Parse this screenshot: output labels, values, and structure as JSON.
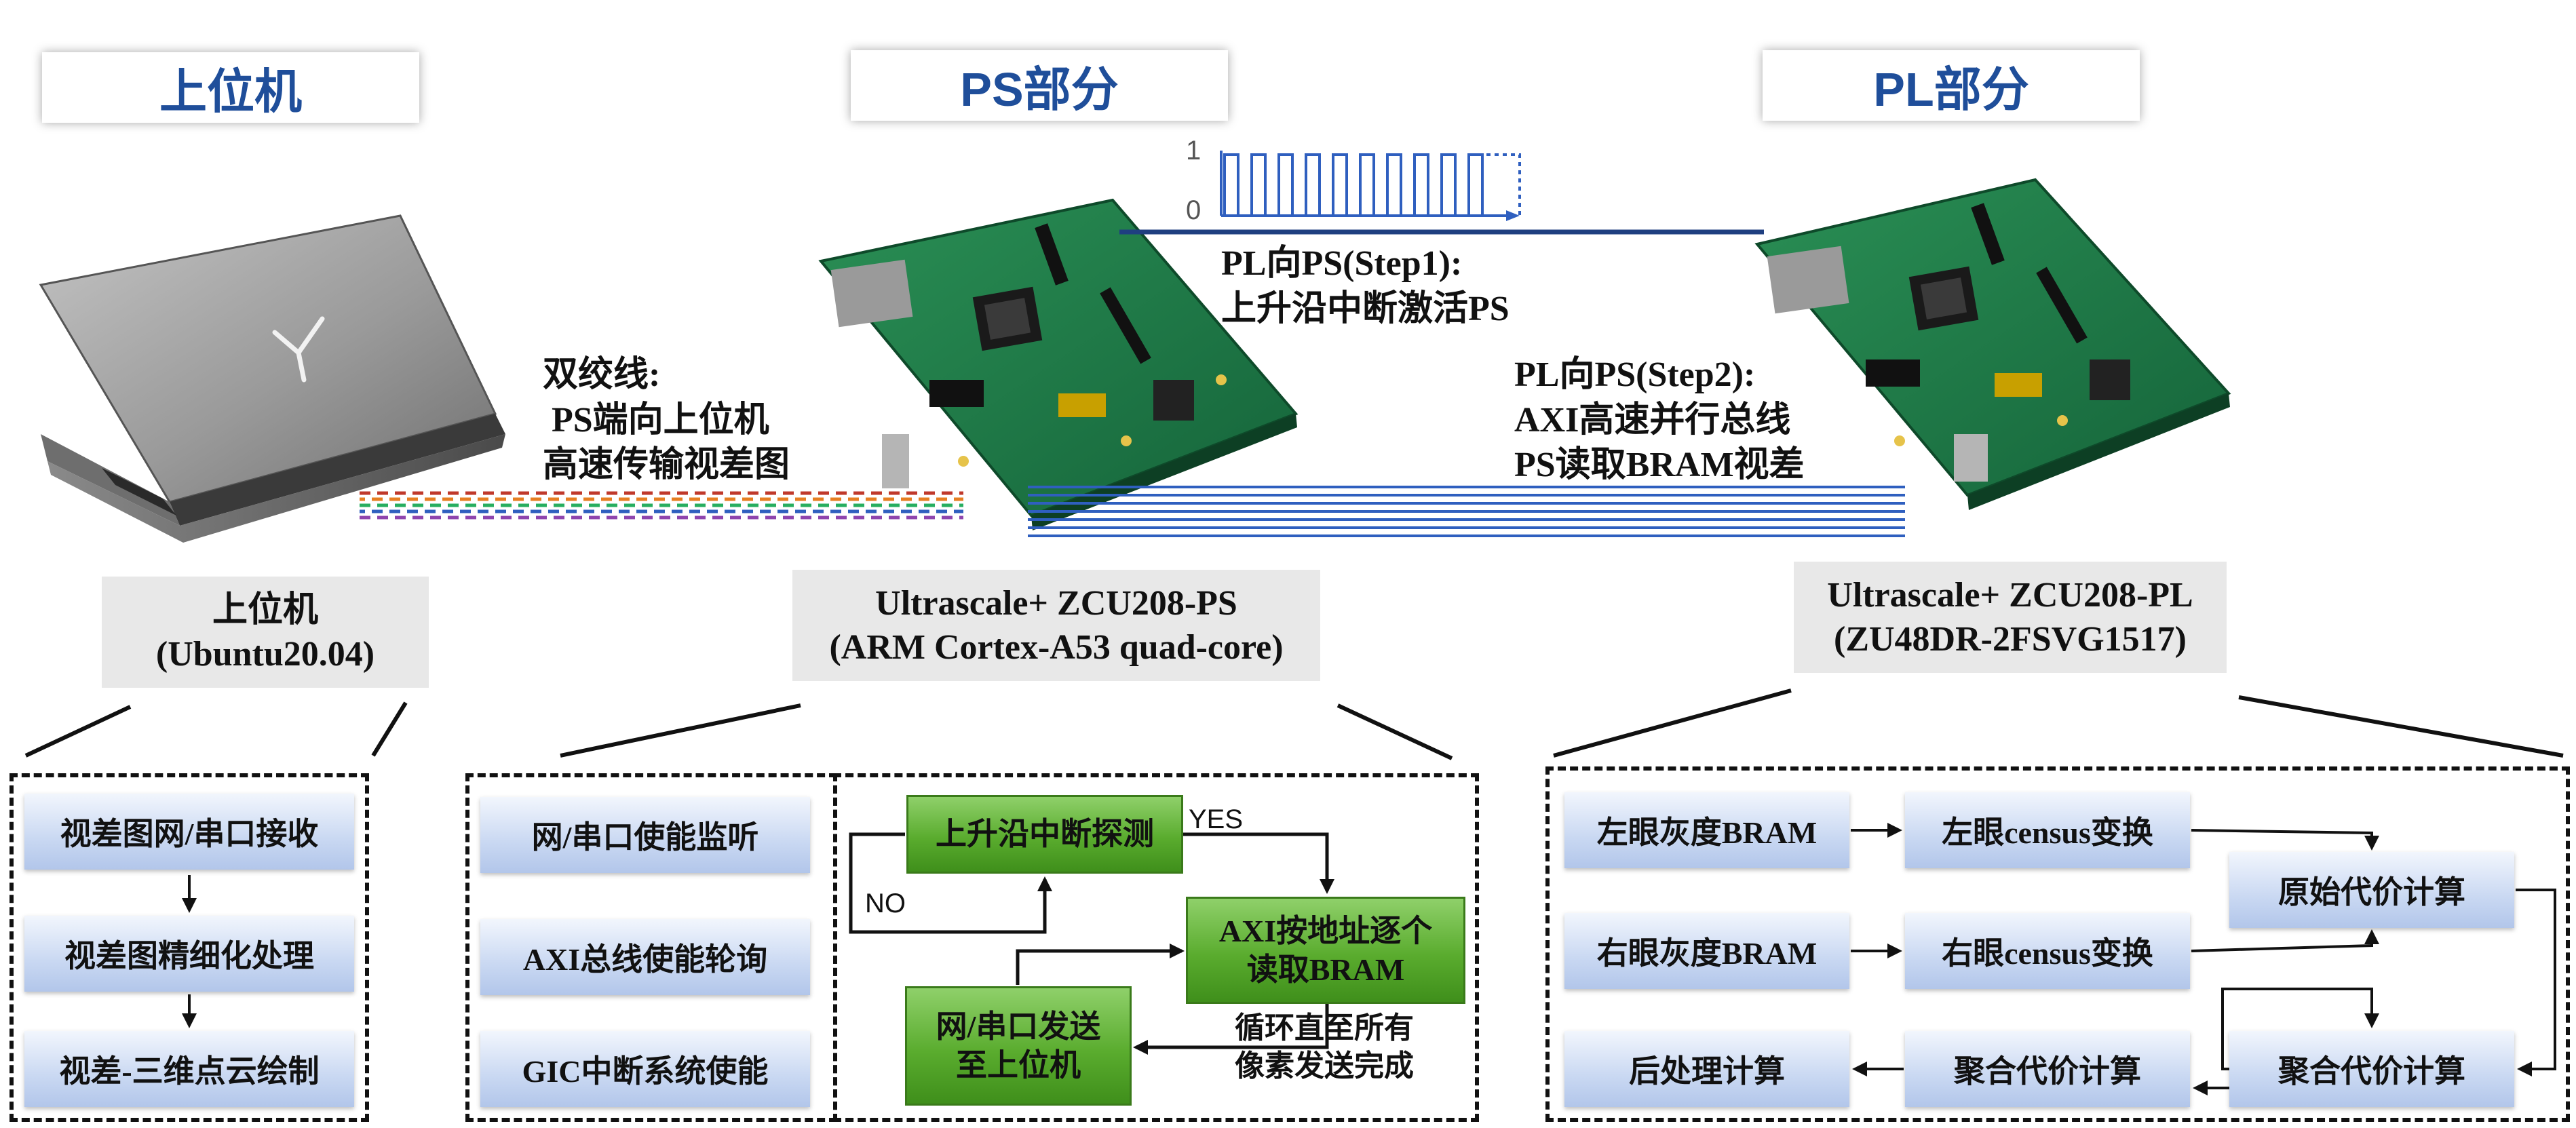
{
  "headers": {
    "host": "上位机",
    "ps": "PS部分",
    "pl": "PL部分"
  },
  "captions": {
    "host": "上位机\n(Ubuntu20.04)",
    "ps": "Ultrascale+ ZCU208-PS\n(ARM Cortex-A53 quad-core)",
    "pl": "Ultrascale+ ZCU208-PL\n(ZU48DR-2FSVG1517)"
  },
  "annotations": {
    "twisted_pair": "双绞线:\n PS端向上位机\n高速传输视差图",
    "step1": "PL向PS(Step1):\n上升沿中断激活PS",
    "step2": "PL向PS(Step2):\nAXI高速并行总线\nPS读取BRAM视差"
  },
  "signal_axis": {
    "high": "1",
    "low": "0"
  },
  "host_steps": [
    "视差图网/串口接收",
    "视差图精细化处理",
    "视差-三维点云绘制"
  ],
  "ps_init": [
    "网/串口使能监听",
    "AXI总线使能轮询",
    "GIC中断系统使能"
  ],
  "ps_flow": {
    "detect": "上升沿中断探测",
    "read": "AXI按地址逐个\n读取BRAM",
    "send": "网/串口发送\n至上位机",
    "yes": "YES",
    "no": "NO",
    "loop": "循环直至所有\n像素发送完成"
  },
  "pl_flow": {
    "left_bram": "左眼灰度BRAM",
    "right_bram": "右眼灰度BRAM",
    "left_census": "左眼census变换",
    "right_census": "右眼census变换",
    "raw_cost": "原始代价计算",
    "agg_cost_right": "聚合代价计算",
    "agg_cost_mid": "聚合代价计算",
    "post": "后处理计算"
  },
  "colors": {
    "header_text": "#1f4e9a",
    "bus_blue": "#2f5fbf",
    "pcb_green": "#1f7a45",
    "step_box_blue": "#c9d8f2",
    "flow_green": "#5aac2e"
  }
}
